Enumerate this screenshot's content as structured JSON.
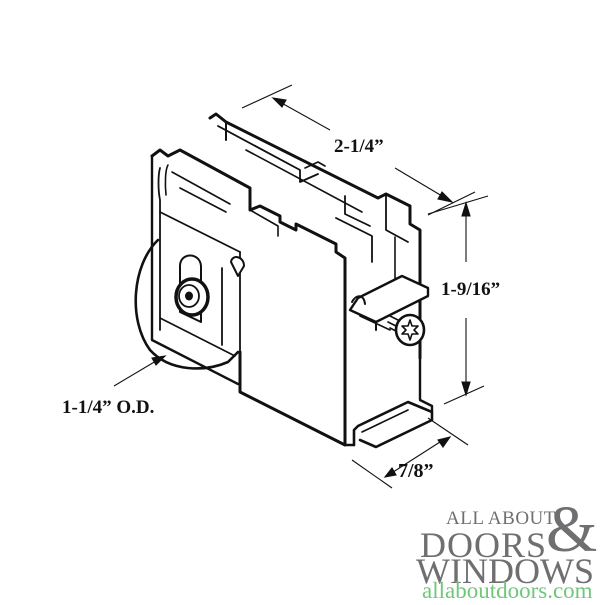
{
  "diagram": {
    "subject": "sliding door roller assembly",
    "line_color": "#111111",
    "background": "#ffffff"
  },
  "dimensions": {
    "length": "2-1/4”",
    "height": "1-9/16”",
    "wheel_od": "1-1/4” O.D.",
    "width": "7/8”"
  },
  "logo": {
    "line1": "ALL ABOUT",
    "line2": "DOORS",
    "ampersand": "&",
    "line3": "WINDOWS",
    "url": "allaboutdoors.com",
    "text_color": "#6f6f72",
    "url_color": "#6fc77a"
  }
}
